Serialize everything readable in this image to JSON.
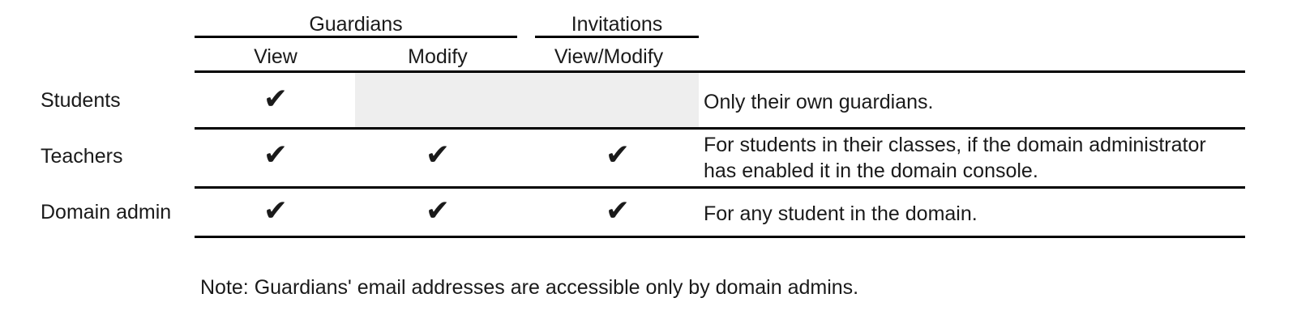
{
  "table": {
    "groups": [
      {
        "label": "Guardians",
        "span": 2
      },
      {
        "label": "Invitations",
        "span": 1
      }
    ],
    "columns": [
      {
        "label": "View",
        "group": "Guardians"
      },
      {
        "label": "Modify",
        "group": "Guardians"
      },
      {
        "label": "View/Modify",
        "group": "Invitations"
      }
    ],
    "rows": [
      {
        "label": "Students",
        "cells": [
          {
            "value": "check",
            "glyph": "✔",
            "shaded": false
          },
          {
            "value": "none",
            "glyph": "",
            "shaded": true
          },
          {
            "value": "none",
            "glyph": "",
            "shaded": true
          }
        ],
        "note": "Only their own guardians."
      },
      {
        "label": "Teachers",
        "cells": [
          {
            "value": "check",
            "glyph": "✔",
            "shaded": false
          },
          {
            "value": "check",
            "glyph": "✔",
            "shaded": false
          },
          {
            "value": "check",
            "glyph": "✔",
            "shaded": false
          }
        ],
        "note": "For students in their classes, if the domain administrator has enabled it in the domain console."
      },
      {
        "label": "Domain admin",
        "cells": [
          {
            "value": "check",
            "glyph": "✔",
            "shaded": false
          },
          {
            "value": "check",
            "glyph": "✔",
            "shaded": false
          },
          {
            "value": "check",
            "glyph": "✔",
            "shaded": false
          }
        ],
        "note": "For any student in the domain."
      }
    ]
  },
  "footnote": "Note: Guardians' email addresses are accessible only by domain admins.",
  "colors": {
    "text": "#1a1a1a",
    "rule": "#000000",
    "shaded_cell": "#eeeeee",
    "background": "#ffffff"
  }
}
